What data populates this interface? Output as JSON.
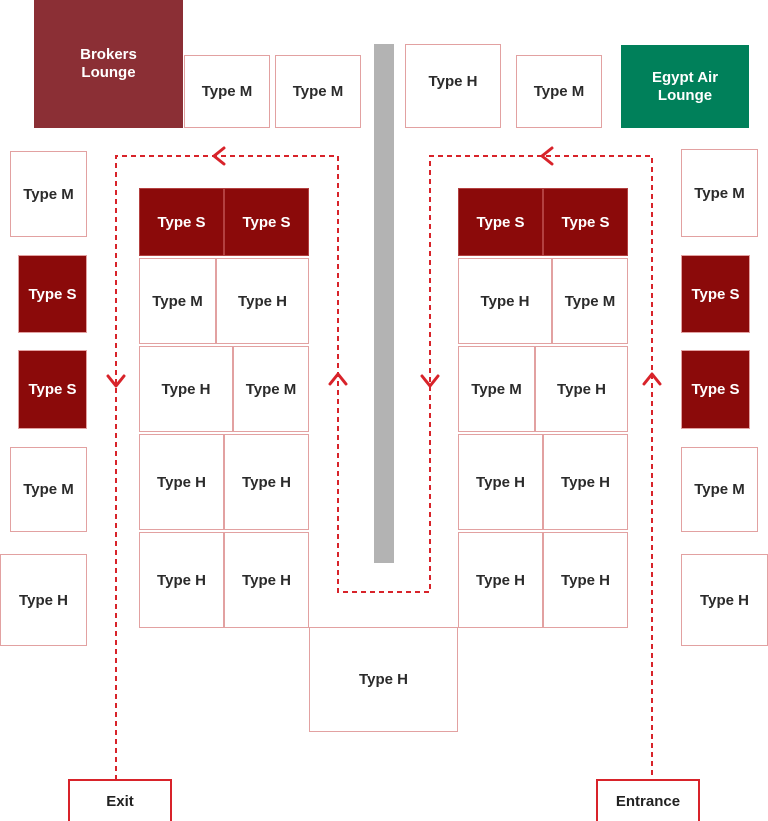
{
  "lounges": {
    "brokers": {
      "line1": "Brokers",
      "line2": "Lounge",
      "color": "#8b2f35"
    },
    "egyptair": {
      "line1": "Egypt Air",
      "line2": "Lounge",
      "color": "#00805a"
    }
  },
  "gates": {
    "exit": "Exit",
    "entrance": "Entrance"
  },
  "colors": {
    "type_s": "#8b0a0a",
    "booth_border": "#e2a1a1",
    "path": "#d8232a",
    "walkway": "#b3b3b3"
  },
  "booths": [
    {
      "label": "Type M",
      "style": "plain"
    },
    {
      "label": "Type M",
      "style": "plain"
    },
    {
      "label": "Type H",
      "style": "plain"
    },
    {
      "label": "Type M",
      "style": "plain"
    },
    {
      "label": "Type M",
      "style": "plain"
    },
    {
      "label": "Type S",
      "style": "s"
    },
    {
      "label": "Type S",
      "style": "s"
    },
    {
      "label": "Type M",
      "style": "plain"
    },
    {
      "label": "Type H",
      "style": "plain"
    },
    {
      "label": "Type M",
      "style": "plain"
    },
    {
      "label": "Type S",
      "style": "s"
    },
    {
      "label": "Type S",
      "style": "s"
    },
    {
      "label": "Type M",
      "style": "plain"
    },
    {
      "label": "Type H",
      "style": "plain"
    },
    {
      "label": "Type S",
      "style": "inner-s"
    },
    {
      "label": "Type S",
      "style": "inner-s"
    },
    {
      "label": "Type M",
      "style": "plain"
    },
    {
      "label": "Type H",
      "style": "plain"
    },
    {
      "label": "Type H",
      "style": "plain"
    },
    {
      "label": "Type M",
      "style": "plain"
    },
    {
      "label": "Type H",
      "style": "plain"
    },
    {
      "label": "Type H",
      "style": "plain"
    },
    {
      "label": "Type H",
      "style": "plain"
    },
    {
      "label": "Type H",
      "style": "plain"
    },
    {
      "label": "Type S",
      "style": "inner-s"
    },
    {
      "label": "Type S",
      "style": "inner-s"
    },
    {
      "label": "Type H",
      "style": "plain"
    },
    {
      "label": "Type M",
      "style": "plain"
    },
    {
      "label": "Type M",
      "style": "plain"
    },
    {
      "label": "Type H",
      "style": "plain"
    },
    {
      "label": "Type H",
      "style": "plain"
    },
    {
      "label": "Type H",
      "style": "plain"
    },
    {
      "label": "Type H",
      "style": "plain"
    },
    {
      "label": "Type H",
      "style": "plain"
    },
    {
      "label": "Type H",
      "style": "plain"
    }
  ]
}
